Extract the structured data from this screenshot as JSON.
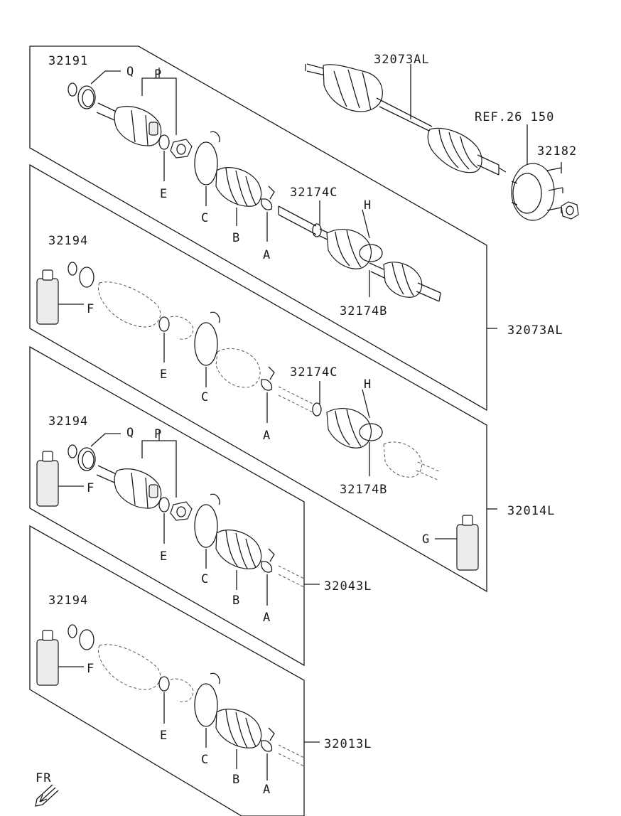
{
  "labels": {
    "p32191": "32191",
    "q1": "Q",
    "p1": "P",
    "e1": "E",
    "c1": "C",
    "b1": "B",
    "a1": "A",
    "p32073AL_top": "32073AL",
    "ref": "REF.26 150",
    "p32182": "32182",
    "p32174C_1": "32174C",
    "h1": "H",
    "p32174B_1": "32174B",
    "p32073AL_right": "32073AL",
    "p32194_1": "32194",
    "f1": "F",
    "e2": "E",
    "c2": "C",
    "a2": "A",
    "p32174C_2": "32174C",
    "h2": "H",
    "p32174B_2": "32174B",
    "p32014L": "32014L",
    "g1": "G",
    "p32194_2": "32194",
    "q2": "Q",
    "p2": "P",
    "f2": "F",
    "e3": "E",
    "c3": "C",
    "b3": "B",
    "a3": "A",
    "p32043L": "32043L",
    "p32194_3": "32194",
    "f3": "F",
    "e4": "E",
    "c4": "C",
    "b4": "B",
    "a4": "A",
    "p32013L": "32013L",
    "fr": "FR"
  }
}
